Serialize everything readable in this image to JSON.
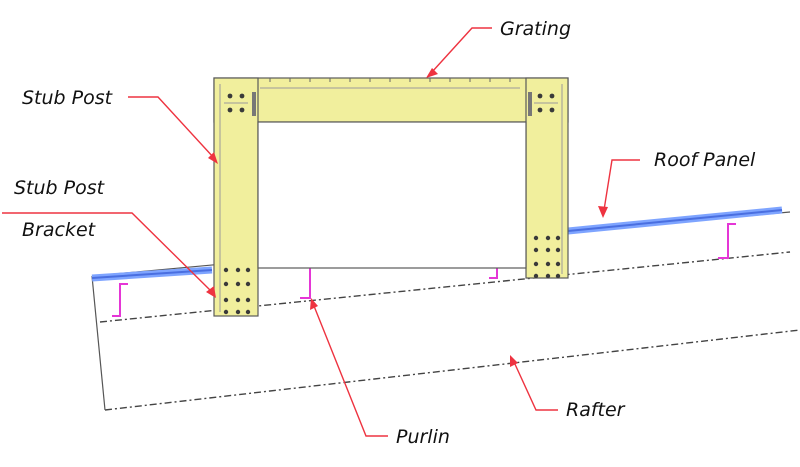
{
  "labels": {
    "grating": "Grating",
    "stub_post": "Stub Post",
    "stub_post_bracket_line1": "Stub Post",
    "stub_post_bracket_line2": "Bracket",
    "roof_panel": "Roof Panel",
    "purlin": "Purlin",
    "rafter": "Rafter"
  },
  "colors": {
    "leader_arrow": "#ee3340",
    "post_fill": "#f1ef9d",
    "roof_panel": "#7ea4ff",
    "purlin": "#e536d6",
    "rafter_line": "#444444"
  }
}
